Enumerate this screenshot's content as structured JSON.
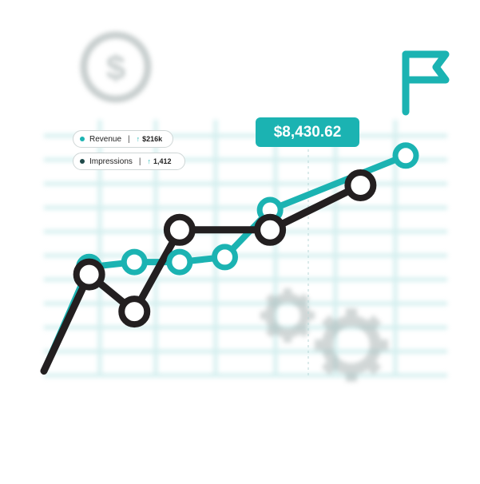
{
  "colors": {
    "teal": "#1bb3b2",
    "dark": "#231f20",
    "grid": "#d5efef",
    "icon_gray": "#c9cfcf"
  },
  "icons": {
    "dollar": "dollar-coin-icon",
    "flag": "flag-icon",
    "gears": "gear-icon"
  },
  "legend": {
    "revenue": {
      "label": "Revenue",
      "change": "$216k"
    },
    "impressions": {
      "label": "Impressions",
      "change": "1,412"
    }
  },
  "callout": {
    "text": "$8,430.62"
  },
  "chart_data": {
    "type": "line",
    "title": "",
    "xlabel": "",
    "ylabel": "",
    "x": [
      0,
      1,
      2,
      3,
      4,
      5,
      6,
      7,
      8
    ],
    "ylim": [
      0,
      10
    ],
    "grid": true,
    "legend_position": "top-left",
    "series": [
      {
        "name": "Revenue",
        "color": "#1bb3b2",
        "values": [
          0.5,
          4.7,
          4.9,
          4.9,
          5.1,
          7.0,
          null,
          null,
          9.2
        ]
      },
      {
        "name": "Impressions",
        "color": "#231f20",
        "values": [
          0.5,
          4.4,
          2.9,
          6.2,
          null,
          6.2,
          null,
          8.0,
          null
        ]
      }
    ]
  }
}
